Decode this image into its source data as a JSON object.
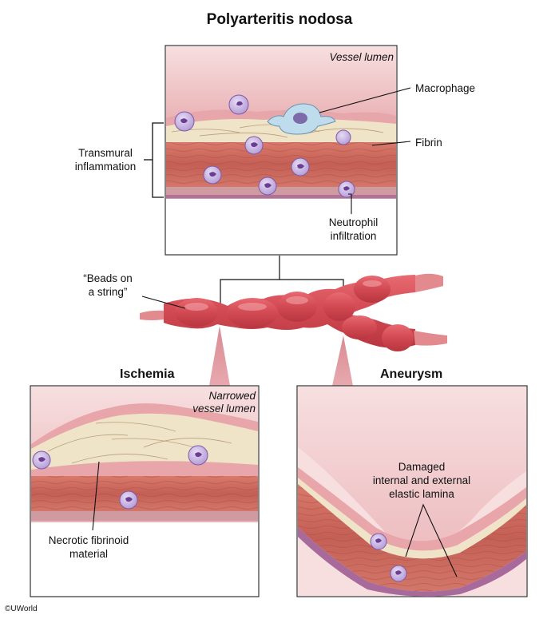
{
  "title": "Polyarteritis nodosa",
  "top_panel": {
    "vessel_lumen": "Vessel lumen",
    "macrophage": "Macrophage",
    "fibrin": "Fibrin",
    "transmural_line1": "Transmural",
    "transmural_line2": "inflammation",
    "neutrophil_line1": "Neutrophil",
    "neutrophil_line2": "infiltration"
  },
  "beads": {
    "line1": "“Beads on",
    "line2": "a string”"
  },
  "ischemia": {
    "heading": "Ischemia",
    "narrowed_line1": "Narrowed",
    "narrowed_line2": "vessel lumen",
    "necrotic_line1": "Necrotic fibrinoid",
    "necrotic_line2": "material"
  },
  "aneurysm": {
    "heading": "Aneurysm",
    "damaged_line1": "Damaged",
    "damaged_line2": "internal and external",
    "damaged_line3": "elastic lamina"
  },
  "copyright": "©UWorld",
  "colors": {
    "vessel_red": "#d9535a",
    "muscle": "#c8675c",
    "pink_lumen": "#f2cfd0",
    "fibrin": "#efe3c8",
    "cell_purple": "#a88ad0",
    "macrophage": "#b5d6e8",
    "panel_border": "#333333"
  }
}
